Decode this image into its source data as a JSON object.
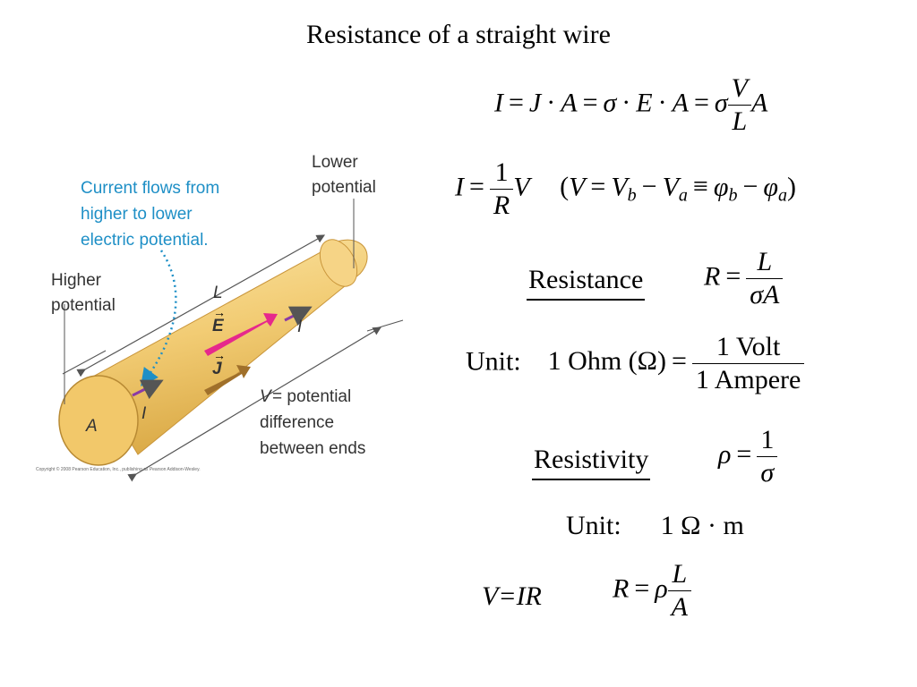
{
  "slide": {
    "title": "Resistance of a straight wire"
  },
  "figure": {
    "caption_current": [
      "Current flows from",
      "higher to lower",
      "electric potential."
    ],
    "lower_potential": [
      "Lower",
      "potential"
    ],
    "higher_potential": [
      "Higher",
      "potential"
    ],
    "length_label": "L",
    "area_label": "A",
    "current_label": "I",
    "field_label": "E",
    "current_density_label": "J",
    "v_label": "V",
    "v_desc": [
      "= potential",
      "difference",
      "between ends"
    ],
    "copyright": "Copyright © 2008 Pearson Education, Inc., publishing as Pearson Addison-Wesley.",
    "colors": {
      "cylinder": "#f2cc74",
      "field_arrow": "#e6288c",
      "current_arrow": "#8a3aa6",
      "density_arrow": "#a0702a",
      "caption": "#1e8fc6"
    }
  },
  "equations": {
    "eq1": {
      "I": "I",
      "J": "J",
      "A": "A",
      "sigma": "σ",
      "E": "E",
      "V": "V",
      "L": "L"
    },
    "eq2": {
      "I": "I",
      "one": "1",
      "R": "R",
      "V": "V",
      "paren_open": "(",
      "Vb": "V",
      "b": "b",
      "Va": "V",
      "a": "a",
      "equiv": "≡",
      "phi_b": "φ",
      "phi_a": "φ",
      "paren_close": ")"
    },
    "resistance": {
      "label": "Resistance",
      "R": "R",
      "L": "L",
      "den": "σA"
    },
    "unit1": {
      "prefix": "Unit:",
      "lhs": "1 Ohm (Ω)",
      "num": "1 Volt",
      "den": "1 Ampere"
    },
    "resistivity": {
      "label": "Resistivity",
      "rho": "ρ",
      "one": "1",
      "sigma": "σ"
    },
    "unit2": {
      "prefix": "Unit:",
      "value": "1 Ω · m"
    },
    "ohm": {
      "law": "V=IR",
      "R": "R",
      "rho": "ρ",
      "L": "L",
      "A": "A"
    }
  }
}
